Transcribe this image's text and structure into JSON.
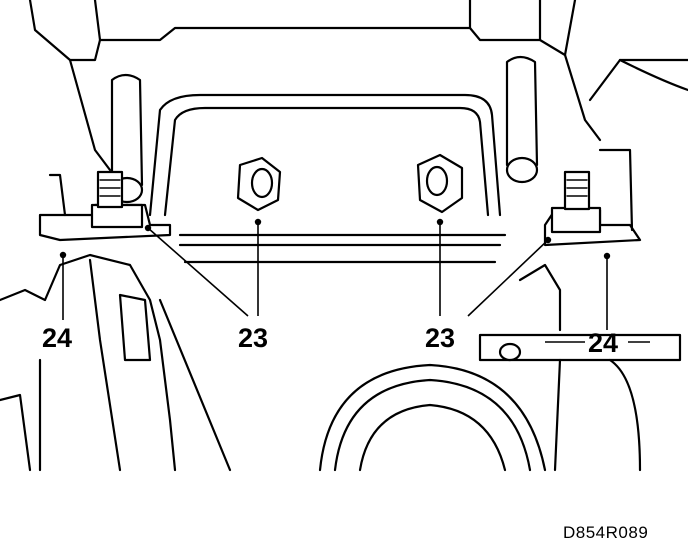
{
  "callouts": {
    "left_23": "23",
    "center_23": "23",
    "left_24": "24",
    "right_24": "24"
  },
  "figure_code": "D854R089"
}
